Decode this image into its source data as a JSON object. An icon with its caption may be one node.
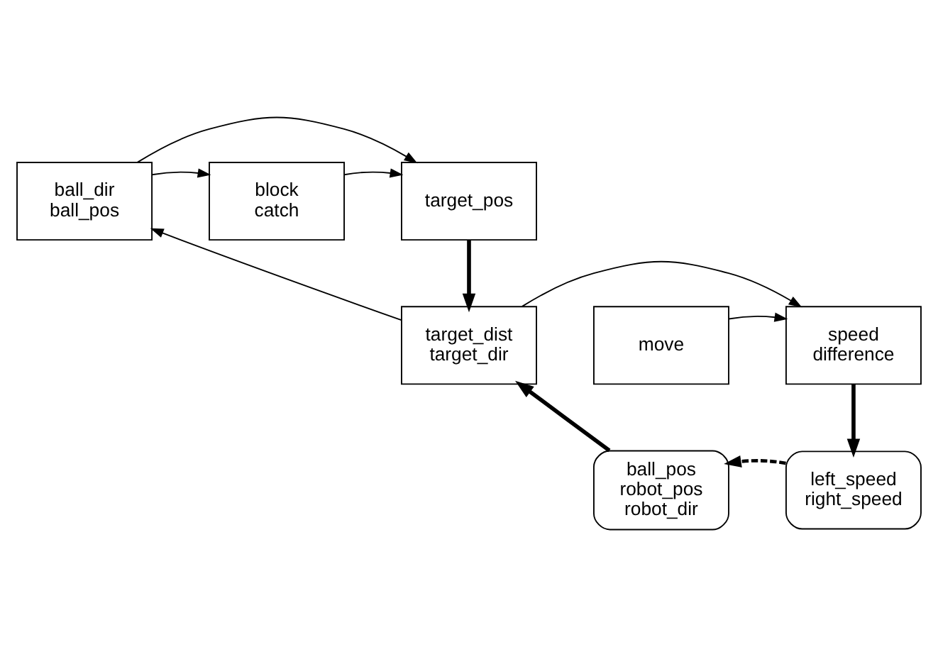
{
  "diagram": {
    "nodes": [
      {
        "text": [
          "ball_dir",
          "ball_pos"
        ]
      },
      {
        "text": [
          "block",
          "catch"
        ]
      },
      {
        "text": [
          "target_pos"
        ]
      },
      {
        "text": [
          "target_dist",
          "target_dir"
        ]
      },
      {
        "text": [
          "move"
        ]
      },
      {
        "text": [
          "speed",
          "difference"
        ]
      },
      {
        "text": [
          "ball_pos",
          "robot_pos",
          "robot_dir"
        ]
      },
      {
        "text": [
          "left_speed",
          "right_speed"
        ]
      }
    ],
    "edges": [
      {
        "from": 0,
        "to": 1,
        "arrow": "to"
      },
      {
        "from": 0,
        "to": 2,
        "arrow": "to"
      },
      {
        "from": 1,
        "to": 2,
        "arrow": "to"
      },
      {
        "from": 3,
        "to": 0,
        "arrow": "to"
      },
      {
        "from": 3,
        "to": 5,
        "arrow": "to"
      },
      {
        "from": 4,
        "to": 5,
        "arrow": "to"
      },
      {
        "from": 2,
        "to": 3,
        "arrow": "to",
        "style": "thick"
      },
      {
        "from": 5,
        "to": 7,
        "arrow": "to",
        "style": "thick"
      },
      {
        "from": 7,
        "to": 6,
        "arrow": "to",
        "style": "dashed"
      },
      {
        "from": 6,
        "to": 3,
        "arrow": "to",
        "style": "thick"
      }
    ]
  }
}
